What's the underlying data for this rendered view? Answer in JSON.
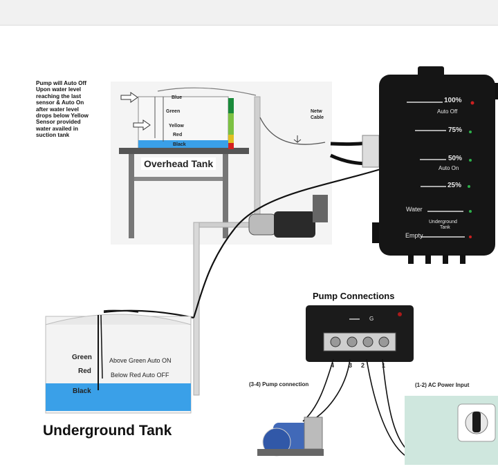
{
  "overhead": {
    "note_lines": [
      "Pump will Auto Off",
      "Upon water level",
      "reaching the last",
      "sensor & Auto On",
      "after water level",
      "drops below Yellow",
      "Sensor provided",
      "water availed in",
      "suction tank"
    ],
    "sensors": {
      "blue": "Blue",
      "green": "Green",
      "yellow": "Yellow",
      "red": "Red",
      "black": "Black"
    },
    "title": "Overhead Tank",
    "network_label_1": "Netw",
    "network_label_2": "Cable"
  },
  "controller": {
    "levels": [
      "100%",
      "75%",
      "50%",
      "25%"
    ],
    "auto_off": "Auto Off",
    "auto_on": "Auto On",
    "water": "Water",
    "underground_1": "Underground",
    "underground_2": "Tank",
    "empty": "Empty"
  },
  "underground": {
    "green": "Green",
    "red": "Red",
    "black": "Black",
    "above_green": "Above Green Auto ON",
    "below_red": "Below Red Auto OFF",
    "title": "Underground Tank"
  },
  "pump_connections": {
    "title": "Pump Connections",
    "terminal_numbers": [
      "4",
      "3",
      "2",
      "1"
    ],
    "indicator": "G",
    "pump_label": "(3-4) Pump connection",
    "power_label": "(1-2) AC Power Input"
  },
  "colors": {
    "water": "#3aa0e8",
    "controller": "#151515",
    "green_sensor": "#2db04a",
    "red_sensor": "#d42020"
  }
}
